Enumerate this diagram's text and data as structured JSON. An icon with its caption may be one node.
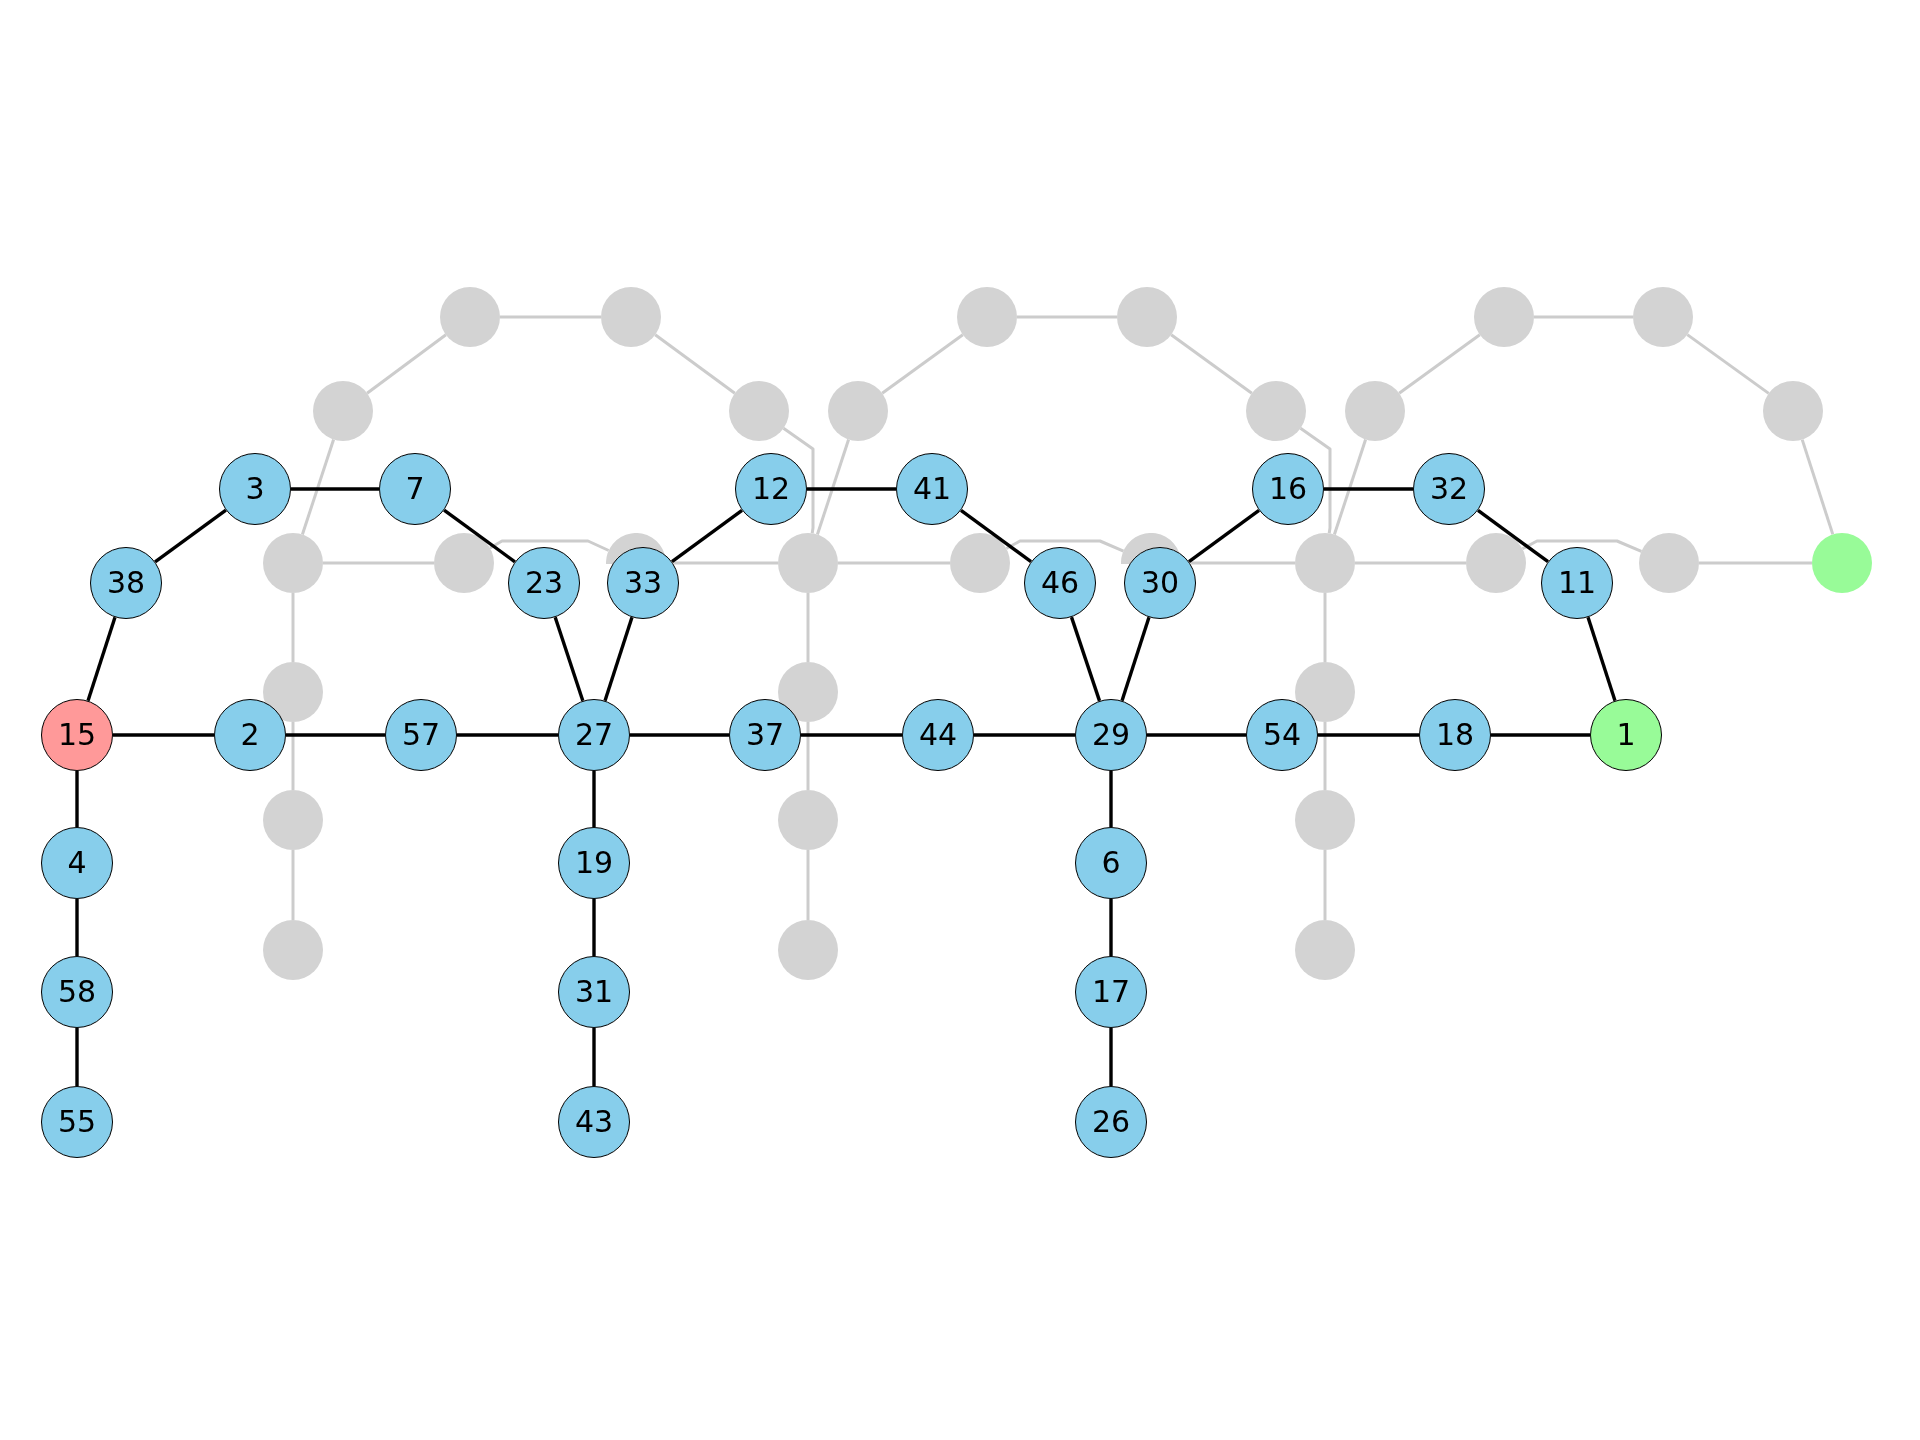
{
  "diagram": {
    "nodes": [
      {
        "text": [],
        "shape": "circle"
      },
      {
        "text": [],
        "shape": "circle"
      },
      {
        "text": [],
        "shape": "circle"
      },
      {
        "text": [],
        "shape": "circle"
      },
      {
        "text": [],
        "shape": "circle"
      },
      {
        "text": [],
        "shape": "circle"
      },
      {
        "text": [],
        "shape": "circle"
      },
      {
        "text": [],
        "shape": "circle"
      },
      {
        "text": [],
        "shape": "circle"
      },
      {
        "text": [],
        "shape": "circle"
      },
      {
        "text": [],
        "shape": "circle"
      },
      {
        "text": [],
        "shape": "circle"
      },
      {
        "text": [
          "3"
        ]
      },
      {
        "text": [
          "7"
        ]
      },
      {
        "text": [
          "12"
        ]
      },
      {
        "text": [
          "41"
        ]
      },
      {
        "text": [
          "16"
        ]
      },
      {
        "text": [
          "32"
        ]
      },
      {
        "text": [],
        "shape": "circle"
      },
      {
        "text": [],
        "shape": "circle"
      },
      {
        "text": [],
        "shape": "circle"
      },
      {
        "text": [],
        "shape": "circle"
      },
      {
        "text": [],
        "shape": "circle"
      },
      {
        "text": [],
        "shape": "circle"
      },
      {
        "text": [],
        "shape": "circle"
      },
      {
        "text": [],
        "shape": "circle"
      },
      {
        "text": [],
        "shape": "circle"
      },
      {
        "text": [],
        "shape": "circle"
      },
      {
        "text": [
          "38"
        ]
      },
      {
        "text": [
          "23"
        ]
      },
      {
        "text": [
          "33"
        ]
      },
      {
        "text": [
          "46"
        ]
      },
      {
        "text": [
          "30"
        ]
      },
      {
        "text": [
          "11"
        ]
      },
      {
        "text": [],
        "shape": "circle"
      },
      {
        "text": [],
        "shape": "circle"
      },
      {
        "text": [],
        "shape": "circle"
      },
      {
        "text": [
          "15"
        ]
      },
      {
        "text": [
          "2"
        ]
      },
      {
        "text": [
          "57"
        ]
      },
      {
        "text": [
          "27"
        ]
      },
      {
        "text": [
          "37"
        ]
      },
      {
        "text": [
          "44"
        ]
      },
      {
        "text": [
          "29"
        ]
      },
      {
        "text": [
          "54"
        ]
      },
      {
        "text": [
          "18"
        ]
      },
      {
        "text": [
          "1"
        ]
      },
      {
        "text": [],
        "shape": "circle"
      },
      {
        "text": [],
        "shape": "circle"
      },
      {
        "text": [],
        "shape": "circle"
      },
      {
        "text": [
          "4"
        ]
      },
      {
        "text": [
          "19"
        ]
      },
      {
        "text": [
          "6"
        ]
      },
      {
        "text": [],
        "shape": "circle"
      },
      {
        "text": [],
        "shape": "circle"
      },
      {
        "text": [],
        "shape": "circle"
      },
      {
        "text": [
          "58"
        ]
      },
      {
        "text": [
          "31"
        ]
      },
      {
        "text": [
          "17"
        ]
      },
      {
        "text": [
          "55"
        ]
      },
      {
        "text": [
          "43"
        ]
      },
      {
        "text": [
          "26"
        ]
      }
    ],
    "edges": [
      {
        "from": 18,
        "to": 6,
        "arrow": "none",
        "color": "#cccccc"
      },
      {
        "from": 6,
        "to": 0,
        "arrow": "none",
        "color": "#cccccc"
      },
      {
        "from": 0,
        "to": 1,
        "arrow": "none",
        "color": "#cccccc"
      },
      {
        "from": 1,
        "to": 7,
        "arrow": "none",
        "color": "#cccccc"
      },
      {
        "from": 7,
        "to": 21,
        "arrow": "none",
        "color": "#cccccc"
      },
      {
        "from": 21,
        "to": 8,
        "arrow": "none",
        "color": "#cccccc"
      },
      {
        "from": 8,
        "to": 2,
        "arrow": "none",
        "color": "#cccccc"
      },
      {
        "from": 2,
        "to": 3,
        "arrow": "none",
        "color": "#cccccc"
      },
      {
        "from": 3,
        "to": 9,
        "arrow": "none",
        "color": "#cccccc"
      },
      {
        "from": 9,
        "to": 24,
        "arrow": "none",
        "color": "#cccccc"
      },
      {
        "from": 24,
        "to": 10,
        "arrow": "none",
        "color": "#cccccc"
      },
      {
        "from": 10,
        "to": 4,
        "arrow": "none",
        "color": "#cccccc"
      },
      {
        "from": 4,
        "to": 5,
        "arrow": "none",
        "color": "#cccccc"
      },
      {
        "from": 5,
        "to": 11,
        "arrow": "none",
        "color": "#cccccc"
      },
      {
        "from": 11,
        "to": 27,
        "arrow": "none",
        "color": "#cccccc"
      },
      {
        "from": 18,
        "to": 19,
        "arrow": "none",
        "color": "#cccccc"
      },
      {
        "from": 19,
        "to": 20,
        "arrow": "none",
        "color": "#cccccc"
      },
      {
        "from": 20,
        "to": 21,
        "arrow": "none",
        "color": "#cccccc"
      },
      {
        "from": 21,
        "to": 22,
        "arrow": "none",
        "color": "#cccccc"
      },
      {
        "from": 22,
        "to": 23,
        "arrow": "none",
        "color": "#cccccc"
      },
      {
        "from": 23,
        "to": 24,
        "arrow": "none",
        "color": "#cccccc"
      },
      {
        "from": 24,
        "to": 25,
        "arrow": "none",
        "color": "#cccccc"
      },
      {
        "from": 25,
        "to": 26,
        "arrow": "none",
        "color": "#cccccc"
      },
      {
        "from": 26,
        "to": 27,
        "arrow": "none",
        "color": "#cccccc"
      },
      {
        "from": 18,
        "to": 34,
        "arrow": "none",
        "color": "#cccccc"
      },
      {
        "from": 34,
        "to": 47,
        "arrow": "none",
        "color": "#cccccc"
      },
      {
        "from": 47,
        "to": 53,
        "arrow": "none",
        "color": "#cccccc"
      },
      {
        "from": 21,
        "to": 35,
        "arrow": "none",
        "color": "#cccccc"
      },
      {
        "from": 35,
        "to": 48,
        "arrow": "none",
        "color": "#cccccc"
      },
      {
        "from": 48,
        "to": 54,
        "arrow": "none",
        "color": "#cccccc"
      },
      {
        "from": 24,
        "to": 36,
        "arrow": "none",
        "color": "#cccccc"
      },
      {
        "from": 36,
        "to": 49,
        "arrow": "none",
        "color": "#cccccc"
      },
      {
        "from": 49,
        "to": 55,
        "arrow": "none",
        "color": "#cccccc"
      },
      {
        "from": 37,
        "to": 38,
        "arrow": "none",
        "color": "#000000"
      },
      {
        "from": 38,
        "to": 39,
        "arrow": "none",
        "color": "#000000"
      },
      {
        "from": 39,
        "to": 40,
        "arrow": "none",
        "color": "#000000"
      },
      {
        "from": 40,
        "to": 41,
        "arrow": "none",
        "color": "#000000"
      },
      {
        "from": 41,
        "to": 42,
        "arrow": "none",
        "color": "#000000"
      },
      {
        "from": 42,
        "to": 43,
        "arrow": "none",
        "color": "#000000"
      },
      {
        "from": 43,
        "to": 44,
        "arrow": "none",
        "color": "#000000"
      },
      {
        "from": 44,
        "to": 45,
        "arrow": "none",
        "color": "#000000"
      },
      {
        "from": 45,
        "to": 46,
        "arrow": "none",
        "color": "#000000"
      },
      {
        "from": 37,
        "to": 50,
        "arrow": "none",
        "color": "#000000"
      },
      {
        "from": 50,
        "to": 56,
        "arrow": "none",
        "color": "#000000"
      },
      {
        "from": 56,
        "to": 59,
        "arrow": "none",
        "color": "#000000"
      },
      {
        "from": 40,
        "to": 51,
        "arrow": "none",
        "color": "#000000"
      },
      {
        "from": 51,
        "to": 57,
        "arrow": "none",
        "color": "#000000"
      },
      {
        "from": 57,
        "to": 60,
        "arrow": "none",
        "color": "#000000"
      },
      {
        "from": 43,
        "to": 52,
        "arrow": "none",
        "color": "#000000"
      },
      {
        "from": 52,
        "to": 58,
        "arrow": "none",
        "color": "#000000"
      },
      {
        "from": 58,
        "to": 61,
        "arrow": "none",
        "color": "#000000"
      },
      {
        "from": 37,
        "to": 28,
        "arrow": "none",
        "color": "#000000"
      },
      {
        "from": 28,
        "to": 12,
        "arrow": "none",
        "color": "#000000"
      },
      {
        "from": 12,
        "to": 13,
        "arrow": "none",
        "color": "#000000"
      },
      {
        "from": 13,
        "to": 29,
        "arrow": "none",
        "color": "#000000"
      },
      {
        "from": 29,
        "to": 40,
        "arrow": "none",
        "color": "#000000"
      },
      {
        "from": 40,
        "to": 30,
        "arrow": "none",
        "color": "#000000"
      },
      {
        "from": 30,
        "to": 14,
        "arrow": "none",
        "color": "#000000"
      },
      {
        "from": 14,
        "to": 15,
        "arrow": "none",
        "color": "#000000"
      },
      {
        "from": 15,
        "to": 31,
        "arrow": "none",
        "color": "#000000"
      },
      {
        "from": 31,
        "to": 43,
        "arrow": "none",
        "color": "#000000"
      },
      {
        "from": 43,
        "to": 32,
        "arrow": "none",
        "color": "#000000"
      },
      {
        "from": 32,
        "to": 16,
        "arrow": "none",
        "color": "#000000"
      },
      {
        "from": 16,
        "to": 17,
        "arrow": "none",
        "color": "#000000"
      },
      {
        "from": 17,
        "to": 33,
        "arrow": "none",
        "color": "#000000"
      },
      {
        "from": 33,
        "to": 46,
        "arrow": "none",
        "color": "#000000"
      }
    ]
  }
}
